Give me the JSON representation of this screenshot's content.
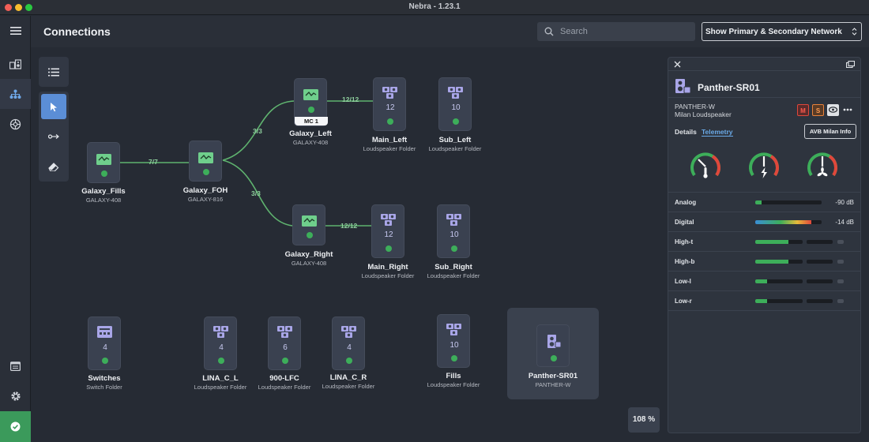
{
  "window": {
    "title": "Nebra - 1.23.1"
  },
  "header": {
    "page_title": "Connections",
    "search_placeholder": "Search",
    "network_select": "Show Primary & Secondary Network"
  },
  "colors": {
    "accent": "#5b8ed6",
    "ok": "#3dae5a",
    "link": "#8fd09e",
    "folder_icon": "#a9a6e8",
    "amp_icon": "#6fcf8c",
    "red": "#e0473b",
    "orange": "#e8823a"
  },
  "nodes": {
    "galaxy_fills": {
      "name": "Galaxy_Fills",
      "model": "GALAXY-408"
    },
    "galaxy_foh": {
      "name": "Galaxy_FOH",
      "model": "GALAXY-816"
    },
    "galaxy_left": {
      "name": "Galaxy_Left",
      "model": "GALAXY-408",
      "badge": "MC 1"
    },
    "galaxy_right": {
      "name": "Galaxy_Right",
      "model": "GALAXY-408"
    },
    "main_left": {
      "name": "Main_Left",
      "type": "Loudspeaker Folder",
      "count": "12"
    },
    "sub_left": {
      "name": "Sub_Left",
      "type": "Loudspeaker Folder",
      "count": "10"
    },
    "main_right": {
      "name": "Main_Right",
      "type": "Loudspeaker Folder",
      "count": "12"
    },
    "sub_right": {
      "name": "Sub_Right",
      "type": "Loudspeaker Folder",
      "count": "10"
    },
    "switches": {
      "name": "Switches",
      "type": "Switch Folder",
      "count": "4"
    },
    "lina_c_l": {
      "name": "LINA_C_L",
      "type": "Loudspeaker Folder",
      "count": "4"
    },
    "lfc_900": {
      "name": "900-LFC",
      "type": "Loudspeaker Folder",
      "count": "6"
    },
    "lina_c_r": {
      "name": "LINA_C_R",
      "type": "Loudspeaker Folder",
      "count": "4"
    },
    "fills": {
      "name": "Fills",
      "type": "Loudspeaker Folder",
      "count": "10"
    },
    "panther": {
      "name": "Panther-SR01",
      "model": "PANTHER-W"
    }
  },
  "links": {
    "fills_foh": "7/7",
    "foh_left": "3/3",
    "foh_right": "3/3",
    "left_main": "12/12",
    "right_main": "12/12"
  },
  "zoom": "108 %",
  "panel": {
    "title": "Panther-SR01",
    "model": "PANTHER-W",
    "description": "Milan Loudspeaker",
    "mute": "M",
    "solo": "S",
    "tabs": [
      "Details",
      "Telemetry"
    ],
    "avb_button": "AVB Milan Info",
    "meters": [
      {
        "label": "Analog",
        "db": "-90 dB",
        "level": 0.1
      },
      {
        "label": "Digital",
        "db": "-14 dB",
        "level": 0.85
      },
      {
        "label": "High-t",
        "level": 0.7
      },
      {
        "label": "High-b",
        "level": 0.7
      },
      {
        "label": "Low-l",
        "level": 0.25
      },
      {
        "label": "Low-r",
        "level": 0.25
      }
    ]
  }
}
